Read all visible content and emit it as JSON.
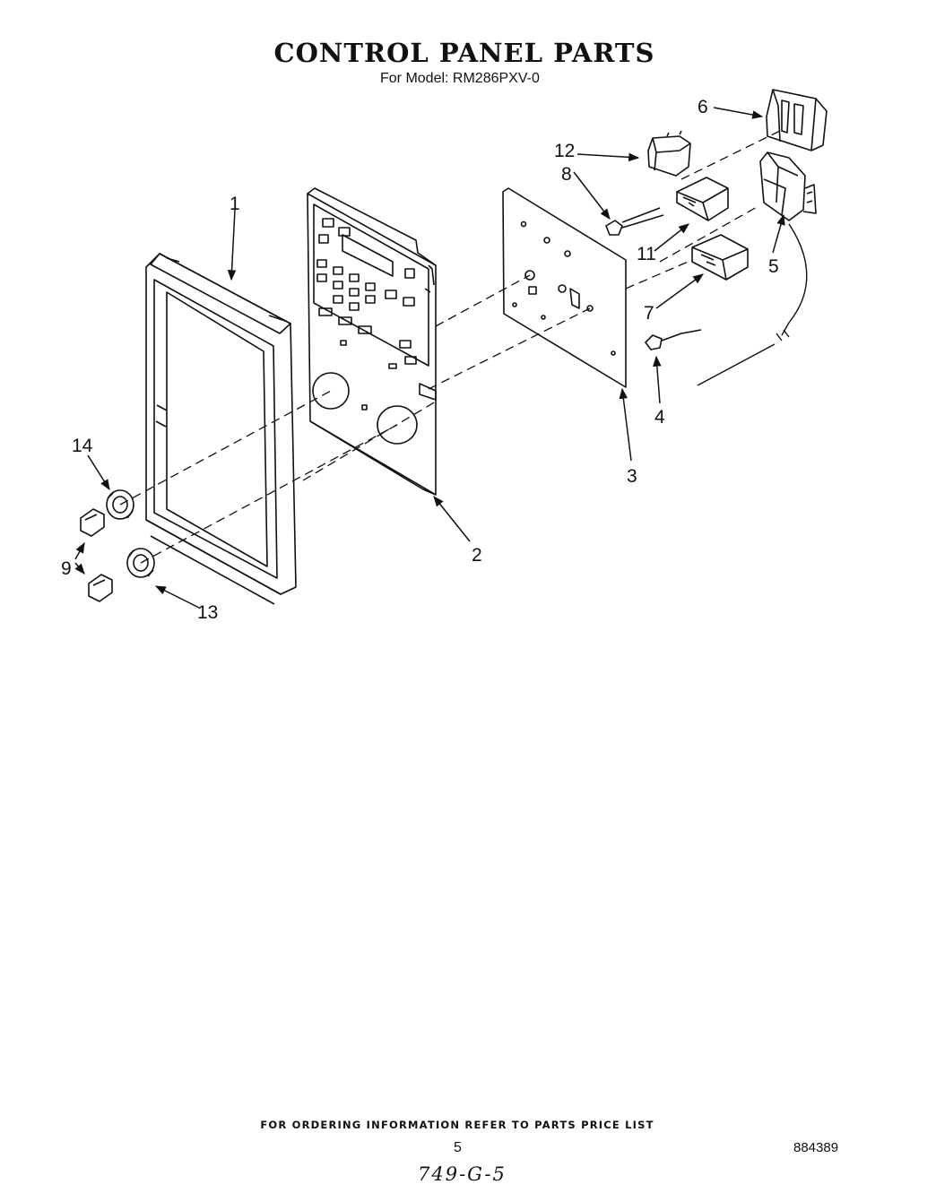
{
  "header": {
    "title": "CONTROL PANEL PARTS",
    "model_line": "For Model: RM286PXV-0"
  },
  "callouts": {
    "c1": "1",
    "c2": "2",
    "c3": "3",
    "c4": "4",
    "c5": "5",
    "c6": "6",
    "c7": "7",
    "c8": "8",
    "c9": "9",
    "c11": "11",
    "c12": "12",
    "c13": "13",
    "c14": "14"
  },
  "footer": {
    "ordering_note": "FOR ORDERING INFORMATION REFER TO PARTS PRICE LIST",
    "page_number": "5",
    "document_number": "884389",
    "handwritten_code": "749-G-5"
  }
}
